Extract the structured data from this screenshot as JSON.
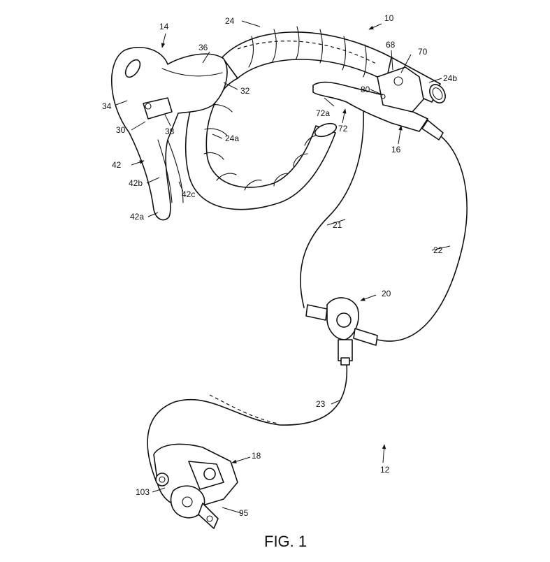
{
  "figure": {
    "caption": "FIG. 1"
  },
  "labels": {
    "l10": "10",
    "l12": "12",
    "l14": "14",
    "l16": "16",
    "l18": "18",
    "l20": "20",
    "l21": "21",
    "l22": "22",
    "l23": "23",
    "l24": "24",
    "l24a": "24a",
    "l24b": "24b",
    "l30": "30",
    "l32": "32",
    "l34": "34",
    "l36": "36",
    "l38": "38",
    "l42": "42",
    "l42a": "42a",
    "l42b": "42b",
    "l42c": "42c",
    "l68": "68",
    "l70": "70",
    "l72": "72",
    "l72a": "72a",
    "l80": "80",
    "l95": "95",
    "l103": "103"
  }
}
